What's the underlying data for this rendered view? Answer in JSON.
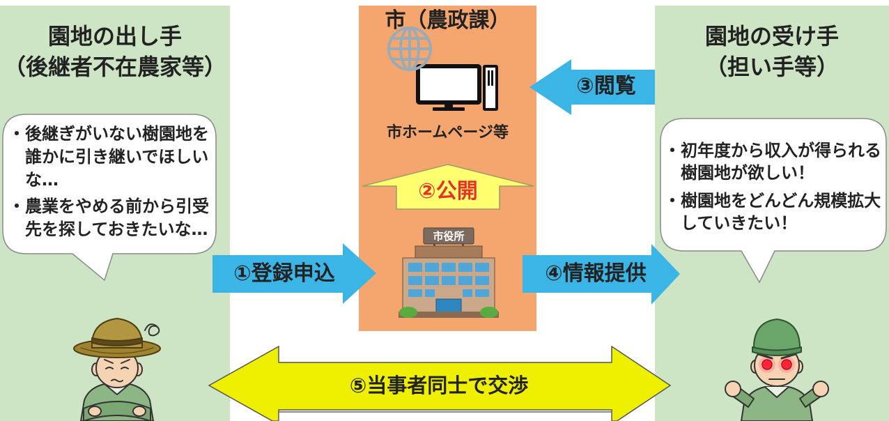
{
  "left_party": {
    "title": "園地の出し手",
    "subtitle": "（後継者不在農家等）",
    "bubble": [
      {
        "bullet": "・",
        "lines": [
          "後継ぎがいない樹園地を",
          "誰かに引き継いでほしい",
          "な…"
        ]
      },
      {
        "bullet": "・",
        "lines": [
          "農業をやめる前から引受",
          "先を探しておきたいな…"
        ]
      }
    ]
  },
  "right_party": {
    "title": "園地の受け手",
    "subtitle": "（担い手等）",
    "bubble": [
      {
        "bullet": "・",
        "lines": [
          "初年度から収入が得られる",
          "樹園地が欲しい！"
        ]
      },
      {
        "bullet": "・",
        "lines": [
          "樹園地をどんどん規模拡大",
          "していきたい！"
        ]
      }
    ]
  },
  "city": {
    "title": "市（農政課）",
    "website_label": "市ホームページ等",
    "city_hall_sign": "市役所"
  },
  "steps": {
    "register": "①登録申込",
    "publish": "②公開",
    "browse": "③閲覧",
    "provide_info": "④情報提供",
    "negotiate": "⑤当事者同士で交渉"
  },
  "icons": {
    "globe": "globe-icon",
    "computer": "desktop-computer-icon",
    "city_hall": "city-hall-building-icon",
    "left_person": "worried-farmer-illustration",
    "right_person": "eager-farmer-illustration"
  },
  "colors": {
    "panel_green": "#cde5c4",
    "city_orange": "#f5a66e",
    "arrow_blue": "#3bb4e6",
    "publish_arrow_yellow": "#ffff70",
    "negotiate_arrow_yellow": "#eef000",
    "publish_text_red": "#e5332a",
    "text_dark": "#222222"
  }
}
